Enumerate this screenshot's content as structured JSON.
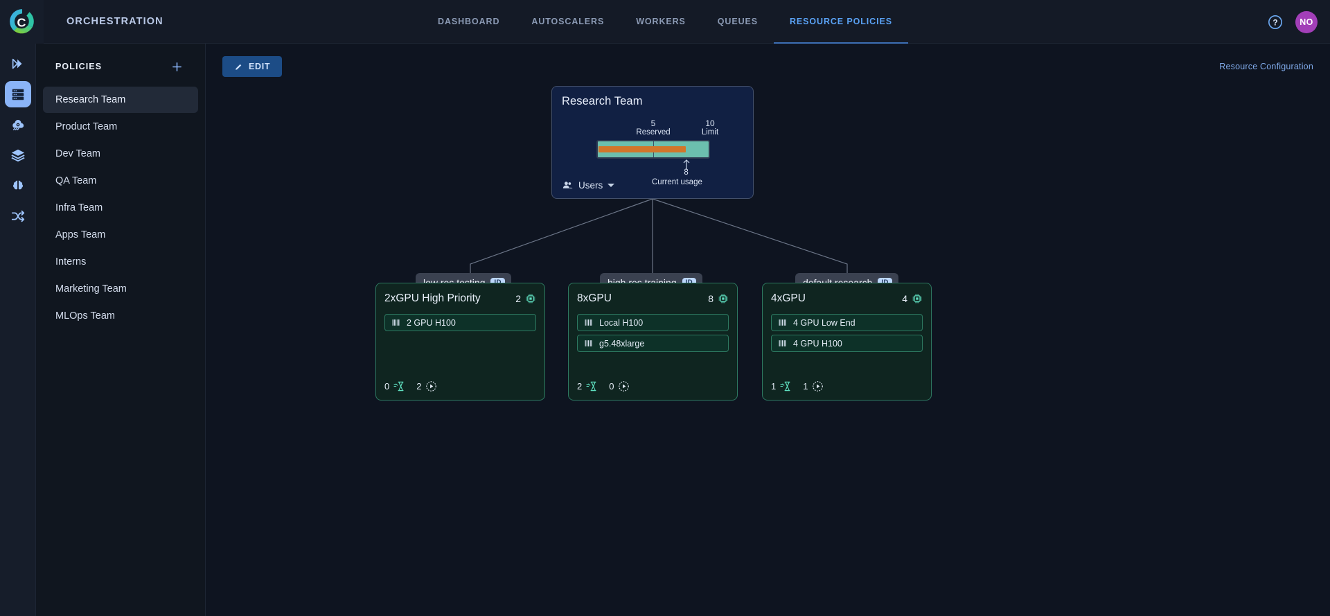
{
  "header": {
    "logo_icon": "circular-c-logo",
    "app_title": "ORCHESTRATION",
    "nav": [
      {
        "label": "DASHBOARD",
        "active": false
      },
      {
        "label": "AUTOSCALERS",
        "active": false
      },
      {
        "label": "WORKERS",
        "active": false
      },
      {
        "label": "QUEUES",
        "active": false
      },
      {
        "label": "RESOURCE POLICIES",
        "active": true
      }
    ],
    "help_icon": "help-circle-icon",
    "avatar_initials": "NO",
    "avatar_color": "#a23fb8",
    "accent_color": "#5aa2f5"
  },
  "rail": {
    "items": [
      {
        "icon": "double-chevron-right-icon",
        "active": false
      },
      {
        "icon": "server-rack-icon",
        "active": true
      },
      {
        "icon": "cloud-gear-icon",
        "active": false
      },
      {
        "icon": "layers-icon",
        "active": false
      },
      {
        "icon": "brain-icon",
        "active": false
      },
      {
        "icon": "shuffle-routes-icon",
        "active": false
      }
    ]
  },
  "sidebar": {
    "title": "POLICIES",
    "add_icon": "plus-icon",
    "items": [
      {
        "label": "Research Team",
        "selected": true
      },
      {
        "label": "Product Team",
        "selected": false
      },
      {
        "label": "Dev Team",
        "selected": false
      },
      {
        "label": "QA Team",
        "selected": false
      },
      {
        "label": "Infra Team",
        "selected": false
      },
      {
        "label": "Apps Team",
        "selected": false
      },
      {
        "label": "Interns",
        "selected": false
      },
      {
        "label": "Marketing Team",
        "selected": false
      },
      {
        "label": "MLOps Team",
        "selected": false
      }
    ]
  },
  "toolbar": {
    "edit_label": "EDIT",
    "edit_icon": "pencil-icon",
    "resource_config_label": "Resource Configuration"
  },
  "graph": {
    "root": {
      "title": "Research Team",
      "gauge": {
        "reserved_value": "5",
        "reserved_label": "Reserved",
        "limit_value": "10",
        "limit_label": "Limit",
        "current_value": "8",
        "current_label": "Current usage",
        "reserved_pct": 50,
        "current_pct": 80,
        "track_color": "#6cbfae",
        "fill_color": "#d2762a"
      },
      "users_label": "Users",
      "users_icon": "users-group-icon",
      "users_caret_icon": "chevron-down-icon"
    },
    "edges": [
      {
        "label": "low res testing",
        "badge": "ID"
      },
      {
        "label": "high res training",
        "badge": "ID"
      },
      {
        "label": "default research",
        "badge": "ID"
      }
    ],
    "cards": [
      {
        "title": "2xGPU High Priority",
        "count": "2",
        "count_icon": "cpu-chip-icon",
        "items": [
          {
            "label": "2 GPU H100",
            "icon": "barcode-icon"
          }
        ],
        "pending": "0",
        "pending_icon": "hourglass-icon",
        "running": "2",
        "running_icon": "play-circle-icon"
      },
      {
        "title": "8xGPU",
        "count": "8",
        "count_icon": "cpu-chip-icon",
        "items": [
          {
            "label": "Local H100",
            "icon": "barcode-icon"
          },
          {
            "label": "g5.48xlarge",
            "icon": "barcode-icon"
          }
        ],
        "pending": "2",
        "pending_icon": "hourglass-icon",
        "running": "0",
        "running_icon": "play-circle-icon"
      },
      {
        "title": "4xGPU",
        "count": "4",
        "count_icon": "cpu-chip-icon",
        "items": [
          {
            "label": "4 GPU Low End",
            "icon": "barcode-icon"
          },
          {
            "label": "4 GPU H100",
            "icon": "barcode-icon"
          }
        ],
        "pending": "1",
        "pending_icon": "hourglass-icon",
        "running": "1",
        "running_icon": "play-circle-icon"
      }
    ]
  }
}
